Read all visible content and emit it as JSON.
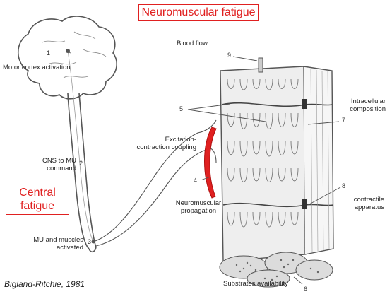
{
  "title": "Neuromuscular fatigue",
  "central": {
    "line1": "Central",
    "line2": "fatigue"
  },
  "citation": "Bigland-Ritchie, 1981",
  "labels": {
    "motor_cortex": "Motor cortex activation",
    "cns_line1": "CNS to MU",
    "cns_line2": "command",
    "mu_line1": "MU and muscles",
    "mu_line2": "activated",
    "blood_flow": "Blood flow",
    "excitation_line1": "Excitation-",
    "excitation_line2": "contraction coupling",
    "nm_line1": "Neuromuscular",
    "nm_line2": "propagation",
    "intracellular_line1": "Intracellular",
    "intracellular_line2": "composition",
    "contractile_line1": "contractile",
    "contractile_line2": "apparatus",
    "substrates": "Substrates availability"
  },
  "numbers": [
    "1",
    "2",
    "3",
    "4",
    "5",
    "6",
    "7",
    "8",
    "9"
  ],
  "colors": {
    "accent": "#e02020",
    "line": "#555555"
  }
}
